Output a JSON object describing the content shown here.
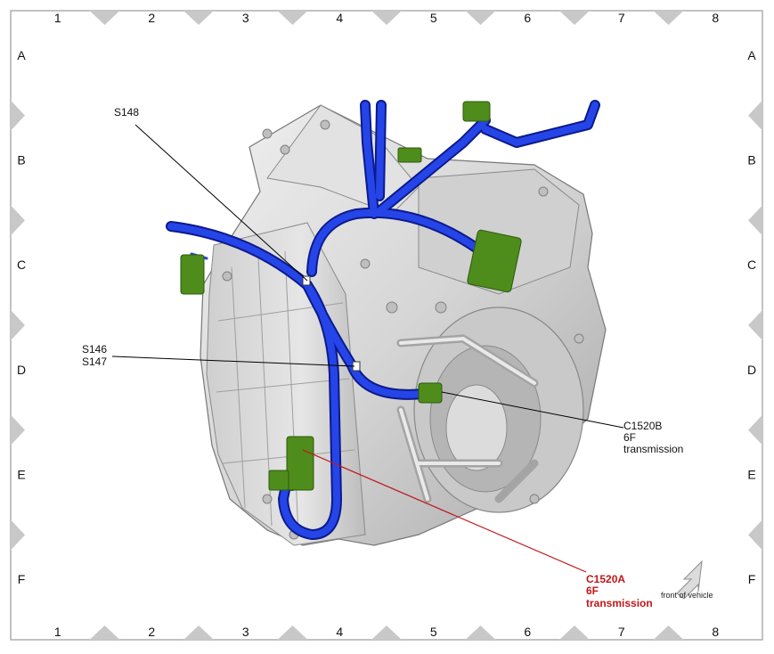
{
  "grid": {
    "columns": [
      "1",
      "2",
      "3",
      "4",
      "5",
      "6",
      "7",
      "8"
    ],
    "rows": [
      "A",
      "B",
      "C",
      "D",
      "E",
      "F"
    ]
  },
  "callouts": {
    "s148": "S148",
    "s146": "S146",
    "s147": "S147",
    "c1520b": {
      "line1": "C1520B",
      "line2": "6F",
      "line3": "transmission"
    },
    "c1520a": {
      "line1": "C1520A",
      "line2": "6F",
      "line3": "transmission"
    }
  },
  "orientation": {
    "label": "front of vehicle",
    "icon": "arrow-icon"
  },
  "colors": {
    "harness": "#1a2fd6",
    "connector": "#4e8c1c",
    "highlight": "#c0171b",
    "casing": "#d7d7d7",
    "frame_tick": "#c8c8c8"
  }
}
